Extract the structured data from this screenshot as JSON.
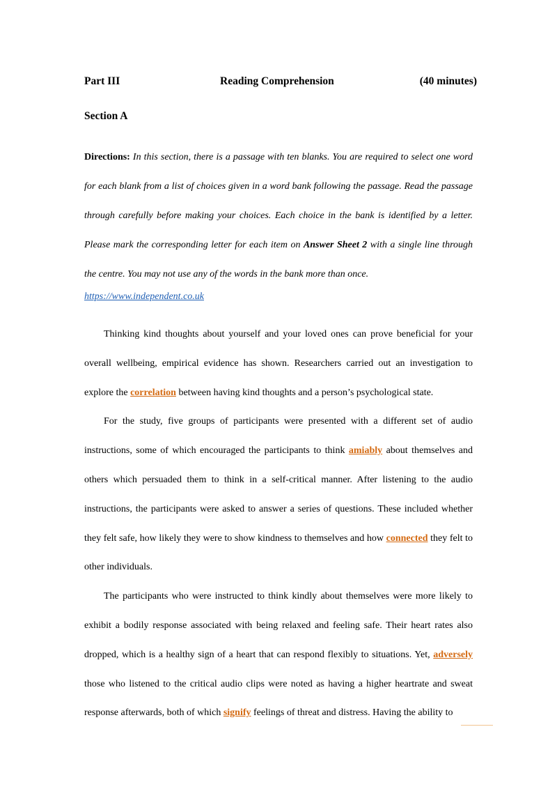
{
  "header": {
    "part": "Part III",
    "title": "Reading Comprehension",
    "time": "(40 minutes)"
  },
  "section": "Section A",
  "directions": {
    "label": "Directions:",
    "text_1": " In this section, there is a passage with ten blanks. You are required to select one word for each blank from a list of choices given in a word bank following the passage. Read the passage through carefully before making your choices. Each choice in the bank is identified by a letter. Please mark the corresponding letter for each item on ",
    "answer_sheet": "Answer Sheet 2",
    "text_2": " with a single line through the centre. You may not use any of the words in the bank more than once."
  },
  "source_link": "https://www.independent.co.uk",
  "passage": {
    "p1_a": "Thinking kind thoughts about yourself and your loved ones can prove beneficial for your overall wellbeing, empirical evidence has shown. Researchers carried out an investigation to explore the ",
    "p1_kw1": "correlation",
    "p1_b": " between having kind thoughts and a person’s psychological state.",
    "p2_a": "For the study, five groups of participants were presented with a different set of audio instructions, some of which encouraged the participants to think ",
    "p2_kw1": "amiably",
    "p2_b": " about themselves and others which persuaded them to think in a self-critical manner. After listening to the audio instructions, the participants were asked to answer a series of questions. These included whether they felt safe, how likely they were to show kindness to themselves and how ",
    "p2_kw2": "connected",
    "p2_c": " they felt to other individuals.",
    "p3_a": "The participants who were instructed to think kindly about themselves were more likely to exhibit a bodily response associated with being relaxed and feeling safe. Their heart rates also dropped, which is a healthy sign of a heart that can respond flexibly to situations. Yet, ",
    "p3_kw1": "adversely",
    "p3_b": " those who listened to the critical audio clips were noted as having a higher heartrate and sweat response afterwards, both of which ",
    "p3_kw2": "signify",
    "p3_c": " feelings of threat and distress. Having the ability to"
  },
  "colors": {
    "keyword": "#d46a12",
    "link": "#1f5fb4"
  }
}
